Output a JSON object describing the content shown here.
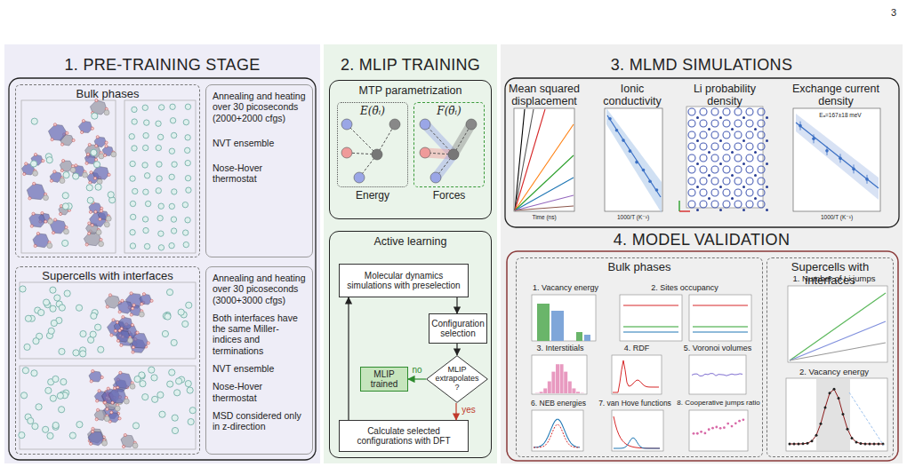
{
  "diagram": {
    "nodes": [
      {
        "text": [
          "1. PRE-TRAINING STAGE"
        ]
      },
      {
        "text": [
          "Bulk phases"
        ],
        "in": 0
      },
      {
        "text": [
          "Annealing and heating over 30 picoseconds (2000+2000 cfgs)",
          "NVT ensemble",
          "Nose-Hover thermostat"
        ],
        "in": 0
      },
      {
        "text": [
          "Supercells with interfaces"
        ],
        "in": 0
      },
      {
        "text": [
          "Annealing and heating over 30 picoseconds (3000+3000 cfgs)",
          "Both interfaces have the same Miller-indices and terminations",
          "NVT ensemble",
          "Nose-Hover thermostat",
          "MSD considered only in z-direction"
        ],
        "in": 0
      },
      {
        "text": [
          "2. MLIP TRAINING"
        ]
      },
      {
        "text": [
          "MTP parametrization"
        ],
        "in": 5
      },
      {
        "text": [
          "E(θ̄ᵢ)",
          "Energy"
        ],
        "in": 6
      },
      {
        "text": [
          "F(θ̄ᵢ)",
          "Forces"
        ],
        "in": 6
      },
      {
        "text": [
          "Active learning"
        ],
        "in": 5
      },
      {
        "text": [
          "Molecular dynamics simulations with preselection"
        ],
        "in": 9
      },
      {
        "text": [
          "Configuration selection"
        ],
        "in": 9
      },
      {
        "text": [
          "MLIP extrapolates ?"
        ],
        "in": 9
      },
      {
        "text": [
          "MLIP trained"
        ],
        "in": 9
      },
      {
        "text": [
          "Calculate selected configurations with DFT"
        ],
        "in": 9
      },
      {
        "text": [
          "3. MLMD SIMULATIONS"
        ]
      },
      {
        "text": [
          "4. MODEL VALIDATION"
        ]
      },
      {
        "text": [
          "Bulk phases"
        ],
        "in": 16
      },
      {
        "text": [
          "Supercells with interfaces"
        ],
        "in": 16
      }
    ],
    "edges": [
      {
        "from": 10,
        "to": 11,
        "arrow": "to"
      },
      {
        "from": 11,
        "to": 12,
        "arrow": "to"
      },
      {
        "from": 12,
        "to": 13,
        "arrow": "to",
        "label": "no"
      },
      {
        "from": 12,
        "to": 14,
        "arrow": "to",
        "label": "yes"
      },
      {
        "from": 14,
        "to": 10,
        "arrow": "to"
      }
    ],
    "labels": [
      "3",
      "Mean squared displacement",
      "Ionic conductivity",
      "Li probability density",
      "Exchange current density",
      "1. Vacancy energy",
      "2. Sites occupancy",
      "3. Interstitials",
      "4. RDF",
      "5. Voronoi volumes",
      "6. NEB energies",
      "7. van Hove functions",
      "8. Cooperative jumps ratio",
      "1. Number of Li jumps",
      "2. Vacancy energy",
      "Time (ns)",
      "1000/T (K⁻¹)",
      "1000/T (K⁻¹)",
      "Eₐ=167±18 meV"
    ]
  }
}
